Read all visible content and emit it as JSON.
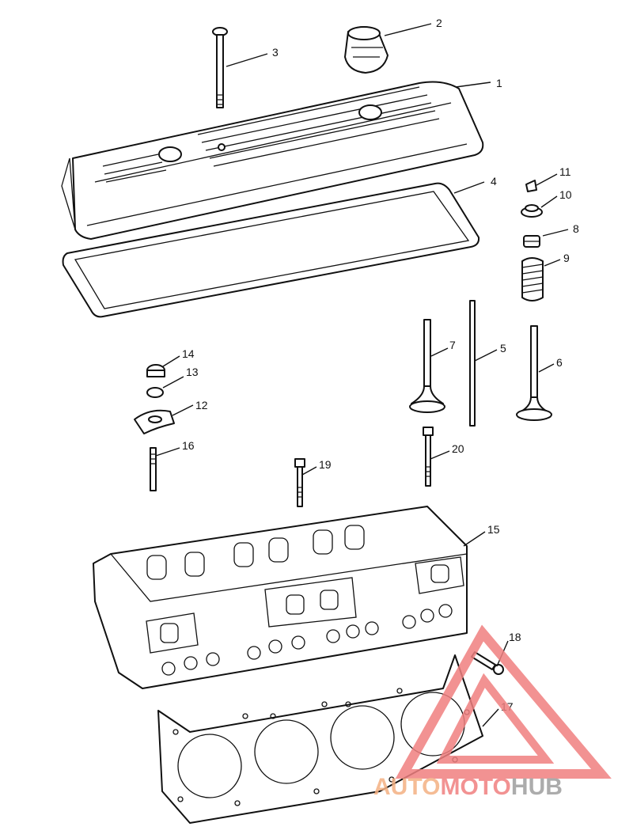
{
  "callouts": [
    "1",
    "2",
    "3",
    "4",
    "5",
    "6",
    "7",
    "8",
    "9",
    "10",
    "11",
    "12",
    "13",
    "14",
    "15",
    "16",
    "17",
    "18",
    "19",
    "20"
  ],
  "watermark": {
    "part1": "AUTO",
    "part2": "MOTO",
    "part3": "HUB",
    "color_main": "#f4b183",
    "color_accent": "#f08080",
    "color_dark": "#9e9e9e"
  }
}
